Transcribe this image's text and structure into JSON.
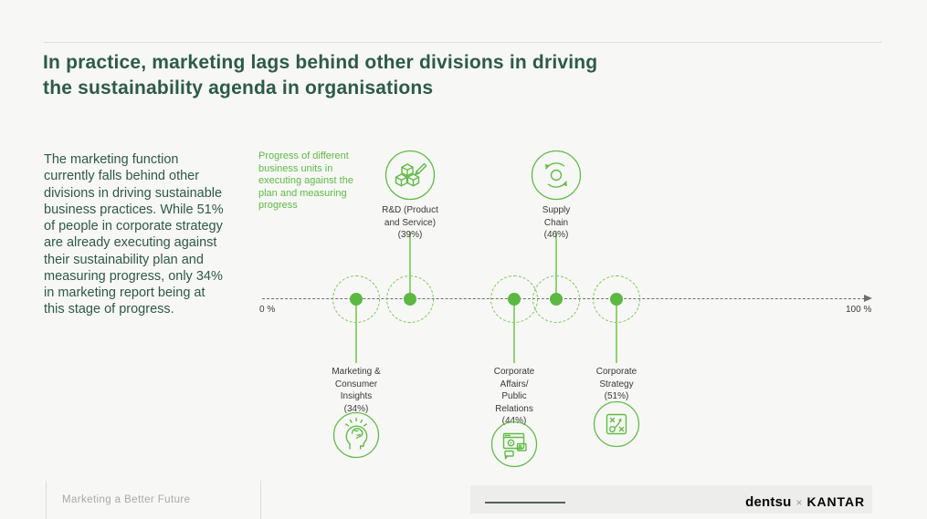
{
  "slide": {
    "title": "In practice, marketing lags behind other divisions in driving\nthe sustainability agenda in organisations",
    "body_paragraph": "The marketing function currently falls behind other divisions in driving sustainable business practices. While 51% of people in corporate strategy are already executing against their sustainability plan and measuring progress, only 34% in marketing report being at this stage of progress.",
    "caption": "Progress of different business units in executing against the plan and measuring progress"
  },
  "axis": {
    "min_label": "0 %",
    "max_label": "100 %"
  },
  "nodes": {
    "rnd": {
      "label": "R&D (Product\nand Service)\n(39%)",
      "value": 39,
      "icon": "cubes-pencil-icon"
    },
    "supply": {
      "label": "Supply\nChain\n(46%)",
      "value": 46,
      "icon": "cycle-arrows-icon"
    },
    "marketing": {
      "label": "Marketing &\nConsumer\nInsights\n(34%)",
      "value": 34,
      "icon": "head-brain-icon"
    },
    "corporate_affairs": {
      "label": "Corporate\nAffairs/\nPublic\nRelations\n(44%)",
      "value": 44,
      "icon": "media-screens-icon"
    },
    "corporate_strategy": {
      "label": "Corporate\nStrategy\n(51%)",
      "value": 51,
      "icon": "tactics-board-icon"
    }
  },
  "footer": {
    "left_label": "Marketing a Better Future",
    "brand_dentsu": "dentsu",
    "brand_separator": "×",
    "brand_kantar": "KANTAR"
  },
  "colors": {
    "accent_green": "#62bb46",
    "light_green_dashed": "#7cc55b",
    "title_green": "#2d5a49",
    "axis_gray": "#6e6e6e",
    "footer_gray_box": "#edeeeb",
    "footer_text_gray": "#a8a8a8"
  },
  "chart_data": {
    "type": "scatter",
    "title": "Progress of different business units in executing against the plan and measuring progress",
    "categories": [
      "Marketing & Consumer Insights",
      "R&D (Product and Service)",
      "Corporate Affairs/Public Relations",
      "Supply Chain",
      "Corporate Strategy"
    ],
    "values": [
      34,
      39,
      44,
      46,
      51
    ],
    "unit": "%",
    "xlabel": "",
    "ylabel": "",
    "xlim": [
      0,
      100
    ],
    "axis_tick_labels": [
      "0 %",
      "100 %"
    ],
    "orientation": "horizontal-axis-dots",
    "grid": false,
    "legend": false
  }
}
